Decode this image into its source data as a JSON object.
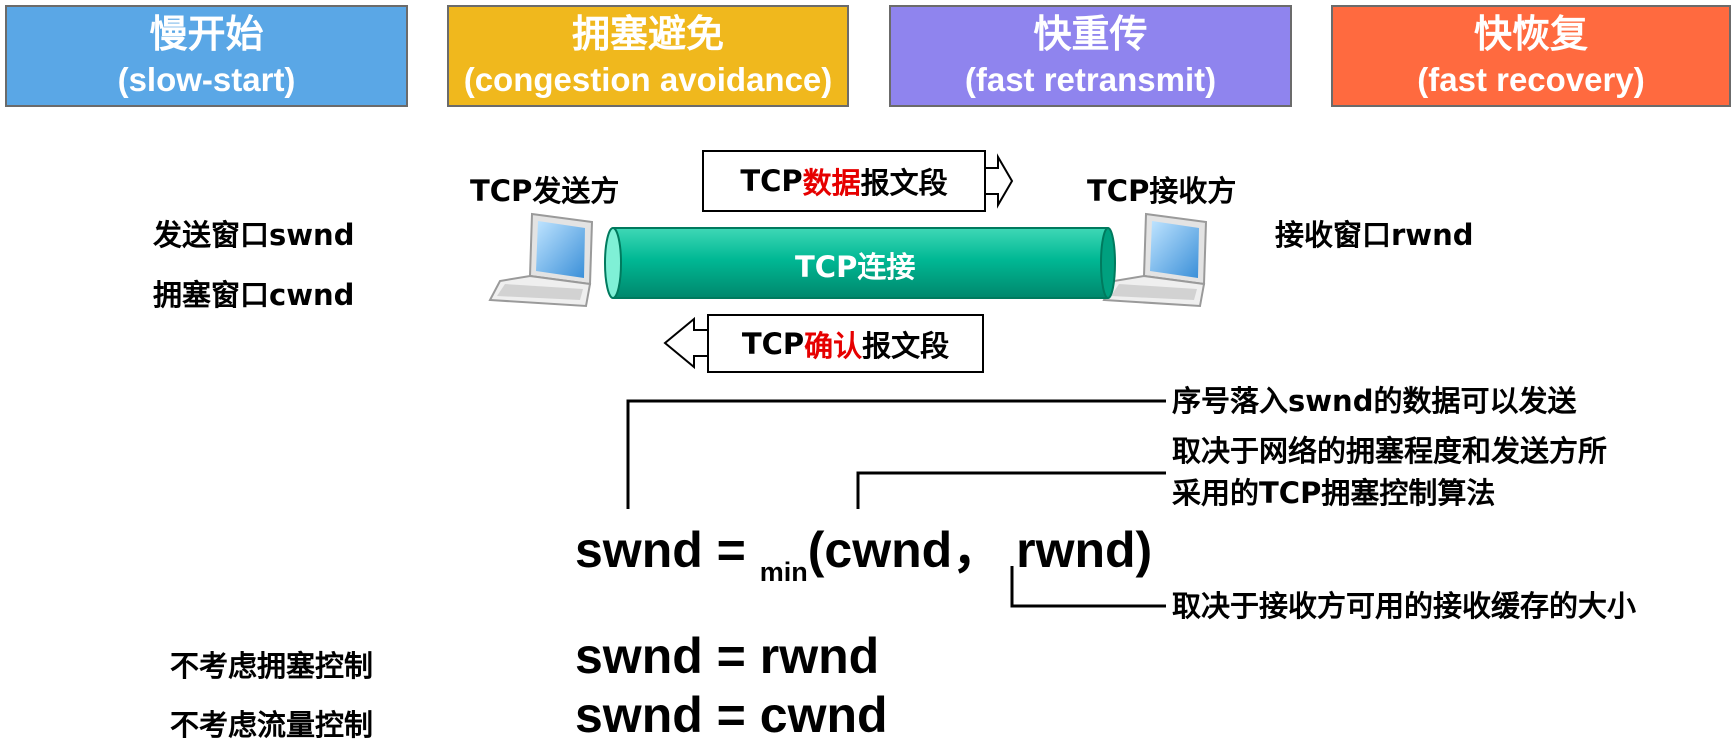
{
  "phases": [
    {
      "zh": "慢开始",
      "en": "(slow-start)",
      "color": "#5aa7e6"
    },
    {
      "zh": "拥塞避免",
      "en": "(congestion avoidance)",
      "color": "#f0b81d"
    },
    {
      "zh": "快重传",
      "en": "(fast retransmit)",
      "color": "#8f84ee"
    },
    {
      "zh": "快恢复",
      "en": "(fast recovery)",
      "color": "#ff6a3f"
    }
  ],
  "sender": {
    "title": "TCP发送方",
    "swnd_label": "发送窗口swnd",
    "cwnd_label": "拥塞窗口cwnd"
  },
  "receiver": {
    "title": "TCP接收方",
    "rwnd_label": "接收窗口rwnd"
  },
  "connection": {
    "label": "TCP连接",
    "color": "#00b894"
  },
  "data_segment": {
    "prefix": "TCP",
    "highlight": "数据",
    "suffix": "报文段"
  },
  "ack_segment": {
    "prefix": "TCP",
    "highlight": "确认",
    "suffix": "报文段"
  },
  "formula": {
    "lhs": "swnd = ",
    "func": "min",
    "args": "(cwnd， rwnd)"
  },
  "notes": {
    "swnd": "序号落入swnd的数据可以发送",
    "cwnd_line1": "取决于网络的拥塞程度和发送方所",
    "cwnd_line2": "采用的TCP拥塞控制算法",
    "rwnd": "取决于接收方可用的接收缓存的大小"
  },
  "cases": [
    {
      "condition": "不考虑拥塞控制",
      "formula": "swnd = rwnd"
    },
    {
      "condition": "不考虑流量控制",
      "formula": "swnd = cwnd"
    }
  ]
}
